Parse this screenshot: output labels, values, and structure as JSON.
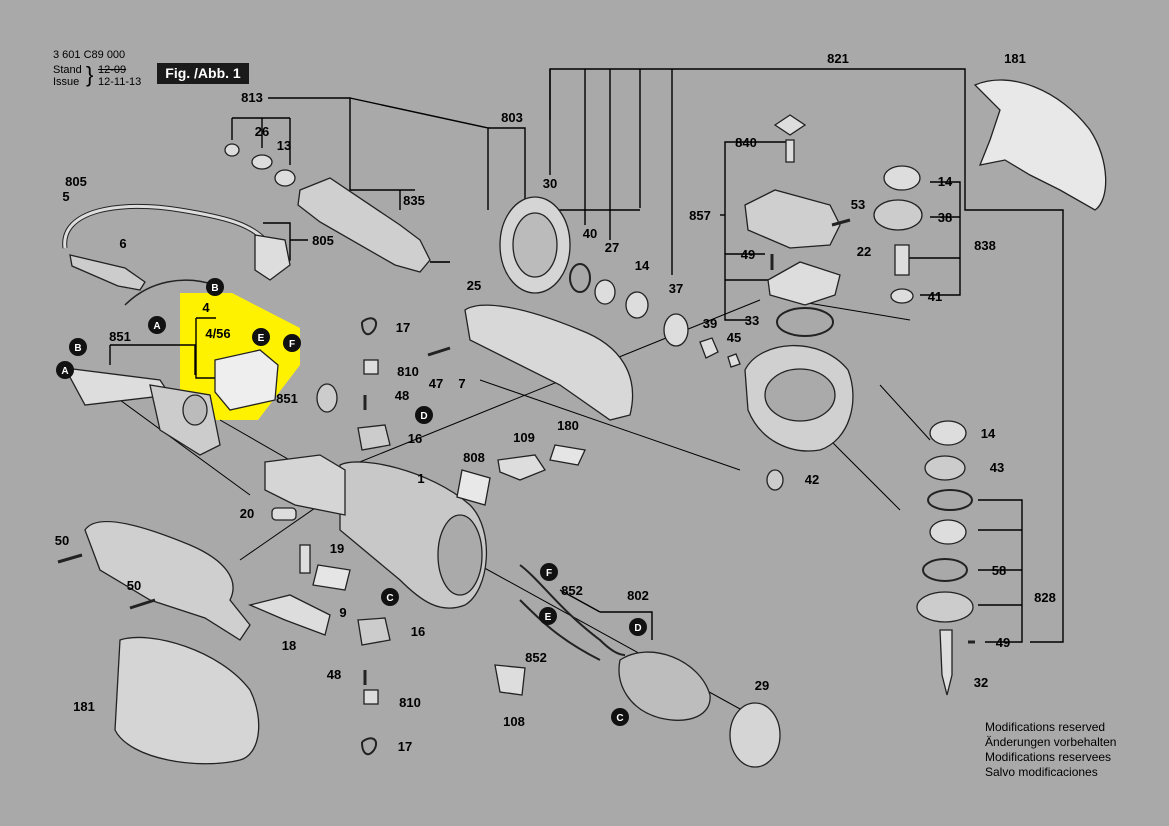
{
  "header": {
    "doc_number": "3 601 C89 000",
    "stand_label": "Stand",
    "issue_label": "Issue",
    "stand_value": "12-09",
    "issue_value": "12-11-13",
    "fig_label": "Fig. /Abb. 1"
  },
  "notes": [
    "Modifications reserved",
    "Änderungen vorbehalten",
    "Modifications reservees",
    "Salvo modificaciones"
  ],
  "colors": {
    "background": "#a9a9a9",
    "highlight": "#fff200",
    "line": "#000000"
  },
  "parts": {
    "p821": "821",
    "p181a": "181",
    "p813": "813",
    "p26": "26",
    "p13": "13",
    "p803": "803",
    "p805a": "805",
    "p5": "5",
    "p835": "835",
    "p805b": "805",
    "p6": "6",
    "p30": "30",
    "p40": "40",
    "p27": "27",
    "p14a": "14",
    "p840": "840",
    "p857": "857",
    "p53": "53",
    "p22": "22",
    "p49a": "49",
    "p14b": "14",
    "p38": "38",
    "p838": "838",
    "p41": "41",
    "p37": "37",
    "p25": "25",
    "p39": "39",
    "p33": "33",
    "p45": "45",
    "p4": "4",
    "p456": "4/56",
    "p851a": "851",
    "p17a": "17",
    "p810a": "810",
    "p47": "47",
    "p7": "7",
    "p48a": "48",
    "p851b": "851",
    "p16a": "16",
    "p180": "180",
    "p109": "109",
    "p808": "808",
    "p1": "1",
    "p14c": "14",
    "p43": "43",
    "p42": "42",
    "p20": "20",
    "p50a": "50",
    "p19": "19",
    "p50b": "50",
    "p9": "9",
    "p18": "18",
    "p852a": "852",
    "p802": "802",
    "p58": "58",
    "p828": "828",
    "p49b": "49",
    "p16b": "16",
    "p852b": "852",
    "p32": "32",
    "p48b": "48",
    "p810b": "810",
    "p29": "29",
    "p108": "108",
    "p181b": "181",
    "p17b": "17"
  },
  "markers": {
    "mB1": "B",
    "mA1": "A",
    "mB2": "B",
    "mA2": "A",
    "mE": "E",
    "mF1": "F",
    "mD1": "D",
    "mF2": "F",
    "mC1": "C",
    "mD2": "D",
    "mC2": "C",
    "mE2": "E"
  }
}
